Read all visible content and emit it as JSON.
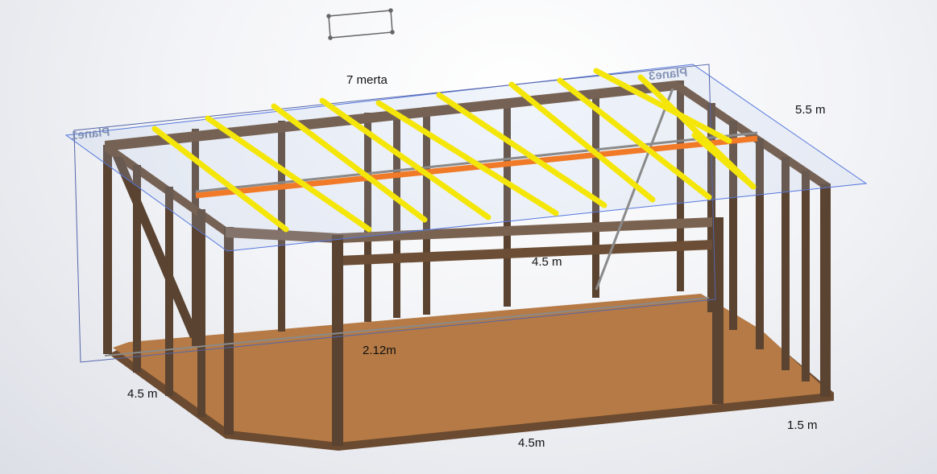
{
  "labels": {
    "rafters_count": "7 merta",
    "depth_right": "5.5 m",
    "back_width": "4.5 m",
    "height": "2.12m",
    "left_side": "4.5 m",
    "front_width": "4.5m",
    "front_right": "1.5 m"
  },
  "planes": {
    "left": "Plane1",
    "right": "Plane3"
  },
  "colors": {
    "rafter": "#f5e60a",
    "ridge_beam": "#f07a28",
    "timber": "#5a4330",
    "floor": "#b57a45",
    "plane_edge": "#5577dd"
  }
}
